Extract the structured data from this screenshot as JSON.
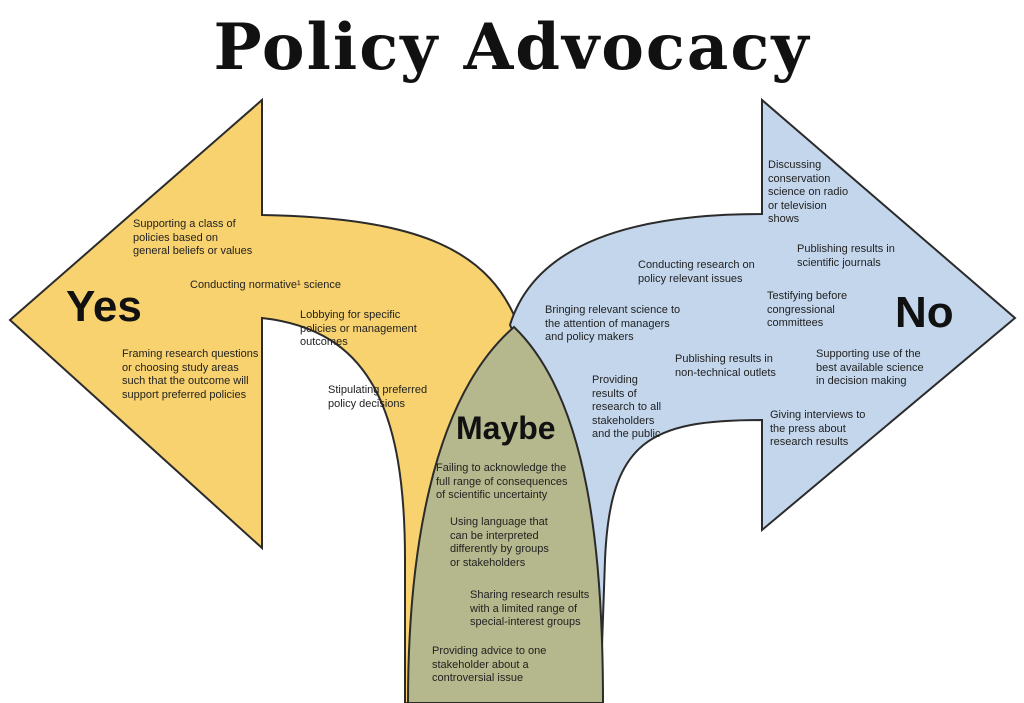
{
  "title": "Policy Advocacy",
  "colors": {
    "yes_arrow": "#F8D26E",
    "no_arrow": "#C3D6EC",
    "maybe_region": "#B5B78C",
    "outline": "#2b2b2b",
    "text": "#222222"
  },
  "yes": {
    "label": "Yes",
    "items": [
      "Supporting a class of\npolicies based on\ngeneral beliefs or values",
      "Conducting normative¹ science",
      "Lobbying for specific\npolicies or management\noutcomes",
      "Framing research questions\nor choosing study areas\nsuch that the outcome will\nsupport preferred policies",
      "Stipulating preferred\npolicy decisions"
    ]
  },
  "maybe": {
    "label": "Maybe",
    "items": [
      "Failing to acknowledge the\nfull range of consequences\nof scientific uncertainty",
      "Using language that\ncan be interpreted\ndifferently by groups\nor stakeholders",
      "Sharing research results\nwith a limited range of\nspecial-interest groups",
      "Providing advice to one\nstakeholder about a\ncontroversial issue"
    ]
  },
  "no": {
    "label": "No",
    "items": [
      "Discussing\nconservation\nscience on radio\nor television\nshows",
      "Publishing results in\nscientific journals",
      "Conducting research on\npolicy relevant issues",
      "Testifying before\ncongressional\ncommittees",
      "Bringing relevant science to\nthe attention of managers\nand policy makers",
      "Supporting use of the\nbest available science\nin decision making",
      "Publishing results in\nnon-technical outlets",
      "Providing\nresults of\nresearch to all\nstakeholders\nand the public",
      "Giving interviews to\nthe press about\nresearch results"
    ]
  }
}
